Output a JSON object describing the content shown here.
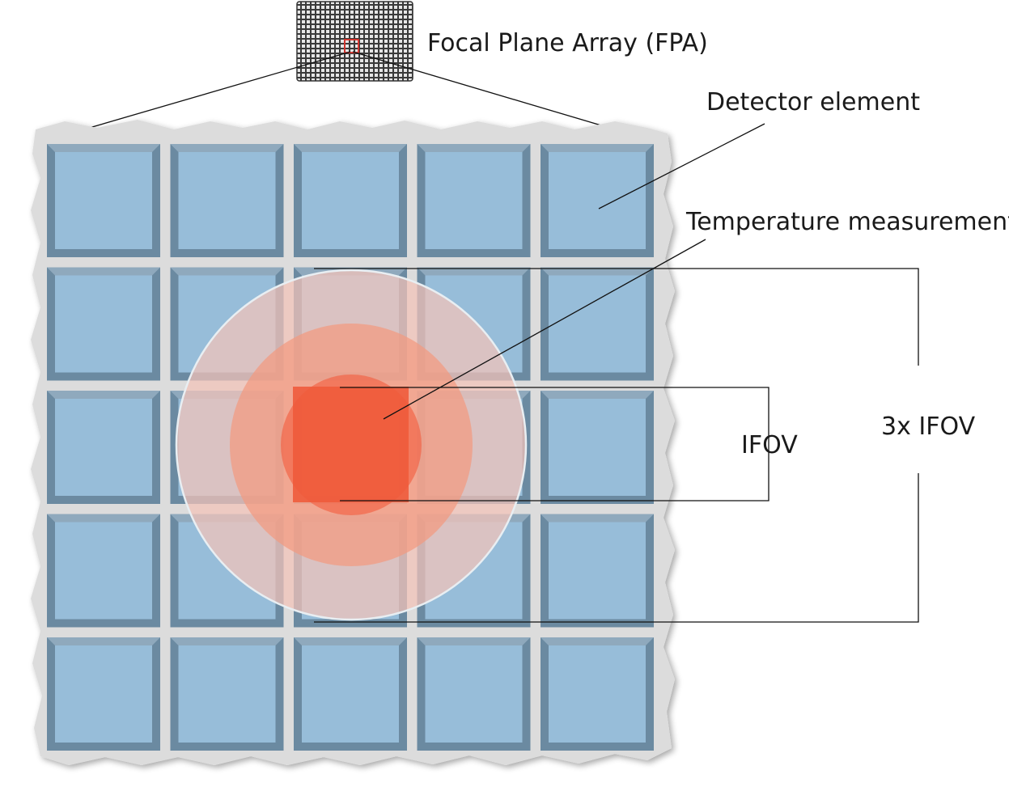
{
  "labels": {
    "fpa": "Focal Plane Array (FPA)",
    "detector_element": "Detector element",
    "temperature_measurement": "Temperature measurement",
    "ifov": "IFOV",
    "ifov3": "3x IFOV"
  },
  "grid": {
    "rows": 5,
    "cols": 5
  },
  "colors": {
    "detector_face": "#97bdd9",
    "detector_bevel": "#6b8aa1",
    "background_sheet": "#dcdcdc",
    "spot_outer": "#f4c4b8",
    "spot_middle": "#f39a7f",
    "spot_inner": "#ef5a3a",
    "fpa_marker": "#e0322b"
  }
}
